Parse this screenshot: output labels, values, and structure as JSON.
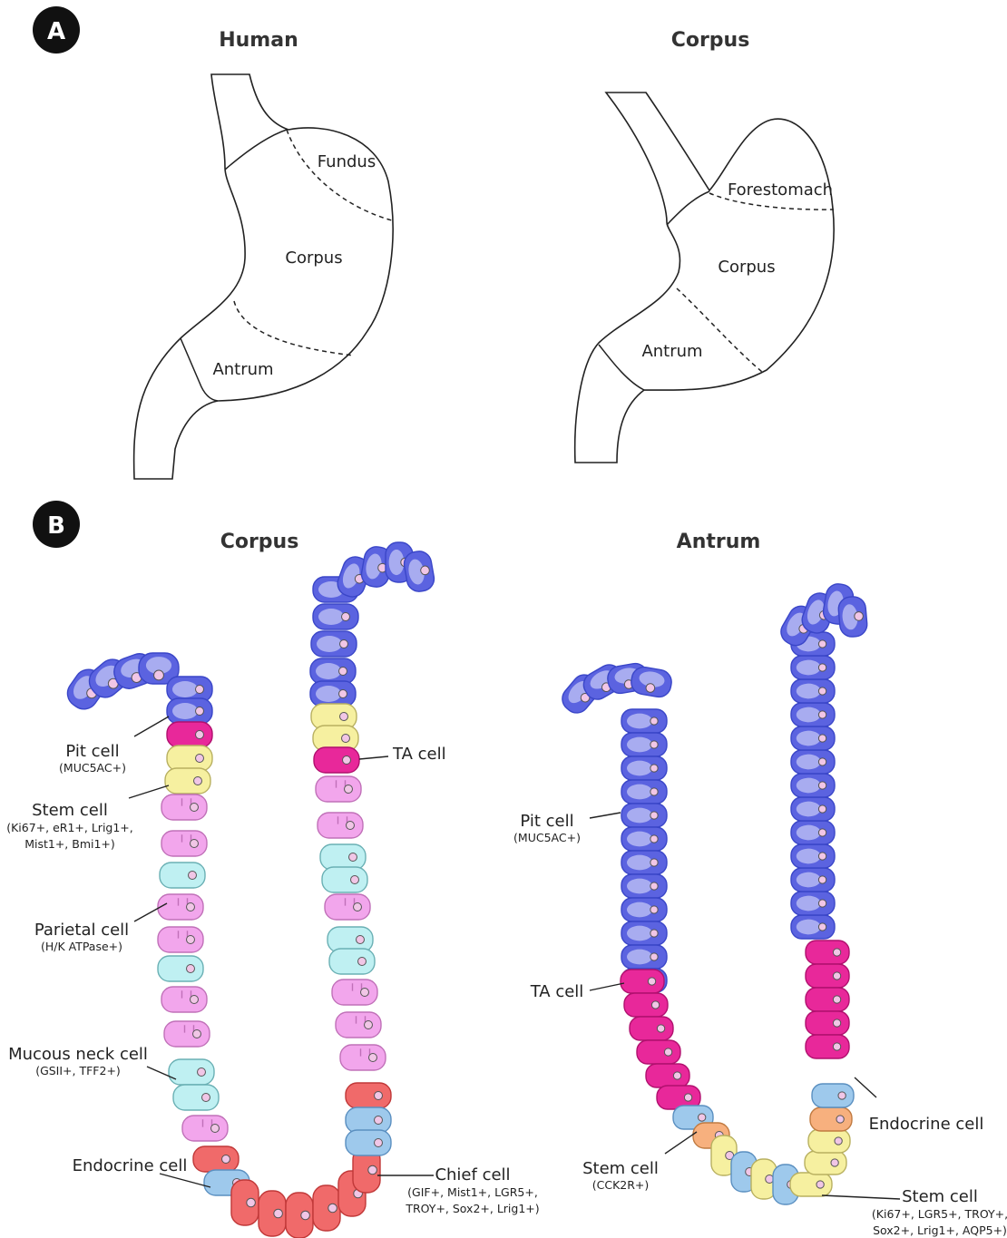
{
  "panel_a": {
    "badge": "A",
    "left": {
      "title": "Human",
      "regions": {
        "fundus": "Fundus",
        "corpus": "Corpus",
        "antrum": "Antrum"
      }
    },
    "right": {
      "title": "Corpus",
      "regions": {
        "forestomach": "Forestomach",
        "corpus": "Corpus",
        "antrum": "Antrum"
      }
    }
  },
  "panel_b": {
    "badge": "B",
    "corpus": {
      "title": "Corpus",
      "labels": [
        {
          "id": "pit",
          "name": "Pit cell",
          "markers": [
            "(MUC5AC+)"
          ]
        },
        {
          "id": "stem",
          "name": "Stem cell",
          "markers": [
            "(Ki67+, eR1+, Lrig1+,",
            "Mist1+, Bmi1+)"
          ]
        },
        {
          "id": "parietal",
          "name": "Parietal cell",
          "markers": [
            "(H/K ATPase+)"
          ]
        },
        {
          "id": "mucous",
          "name": "Mucous neck cell",
          "markers": [
            "(GSII+, TFF2+)"
          ]
        },
        {
          "id": "endocrine",
          "name": "Endocrine cell",
          "markers": []
        },
        {
          "id": "ta",
          "name": "TA cell",
          "markers": []
        },
        {
          "id": "chief",
          "name": "Chief cell",
          "markers": [
            "(GIF+, Mist1+, LGR5+,",
            "TROY+, Sox2+, Lrig1+)"
          ]
        }
      ]
    },
    "antrum": {
      "title": "Antrum",
      "labels": [
        {
          "id": "pit",
          "name": "Pit cell",
          "markers": [
            "(MUC5AC+)"
          ]
        },
        {
          "id": "ta",
          "name": "TA cell",
          "markers": []
        },
        {
          "id": "stem-base",
          "name": "Stem cell",
          "markers": [
            "(CCK2R+)"
          ]
        },
        {
          "id": "endocrine",
          "name": "Endocrine cell",
          "markers": []
        },
        {
          "id": "stem-deep",
          "name": "Stem cell",
          "markers": [
            "(Ki67+, LGR5+, TROY+,",
            "Sox2+, Lrig1+, AQP5+)"
          ]
        }
      ]
    }
  },
  "cell_colors": {
    "pit": "#5b63e0",
    "pit_light": "#c9ccf7",
    "ta": "#e8289a",
    "stem": "#f6f0a0",
    "parietal": "#f2a6ec",
    "mucous": "#bff0f2",
    "endocrine": "#9ec9ec",
    "chief": "#f06a6a",
    "endocrine_orange": "#f7b07e",
    "nucleus": "#f1c6e6",
    "badge": "#111111"
  }
}
